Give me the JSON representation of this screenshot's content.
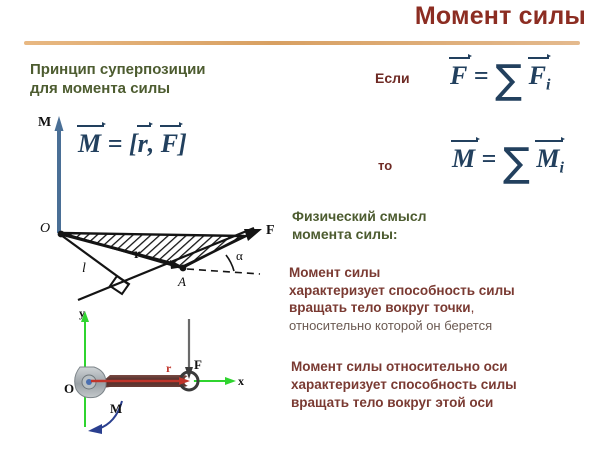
{
  "header": {
    "title": "Момент силы",
    "title_color": "#8c2d22",
    "rule_color": "#dca86c"
  },
  "left": {
    "heading_line1": "Принцип суперпозиции",
    "heading_line2": "для момента силы",
    "heading_color": "#4d5c30"
  },
  "formulas": {
    "main": "M = [r, F]",
    "if_word": "Если",
    "then_word": "то",
    "right_1": "F = ∑ Fi",
    "right_2": "M = ∑ Mi",
    "color": "#22405e"
  },
  "physical_meaning": {
    "heading_line1": "Физический смысл",
    "heading_line2": "момента силы:",
    "heading_color": "#4d5c30",
    "bold_line1": "Момент силы",
    "bold_line2": "характеризует способность силы",
    "bold_line3": "вращать тело вокруг точки",
    "bold_line3_tail": ",",
    "plain_line": "относительно которой он берется",
    "bold_color": "#7a3a32",
    "plain_color": "#6b5a52"
  },
  "axis_statement": {
    "line1": "Момент силы относительно оси",
    "line2": "характеризует способность силы",
    "line3": "вращать тело вокруг этой оси",
    "color": "#7a3a32"
  },
  "top_diagram": {
    "labels": {
      "moment": "M",
      "origin": "O",
      "radius": "r",
      "force": "F",
      "point": "A",
      "arm": "l",
      "angle": "α"
    },
    "moment_arrow_color": "#4a6f96",
    "hatched_triangle_color": "#1a1a1a"
  },
  "bottom_diagram": {
    "labels": {
      "y_axis": "y",
      "x_axis": "x",
      "origin": "O",
      "moment": "M",
      "radius": "r",
      "force": "F"
    },
    "axis_color": "#2fd42f",
    "moment_color": "#2a3f8f",
    "radius_color": "#c0352b",
    "wrench_color": "#5a3530",
    "force_color": "#6a6a6a"
  }
}
